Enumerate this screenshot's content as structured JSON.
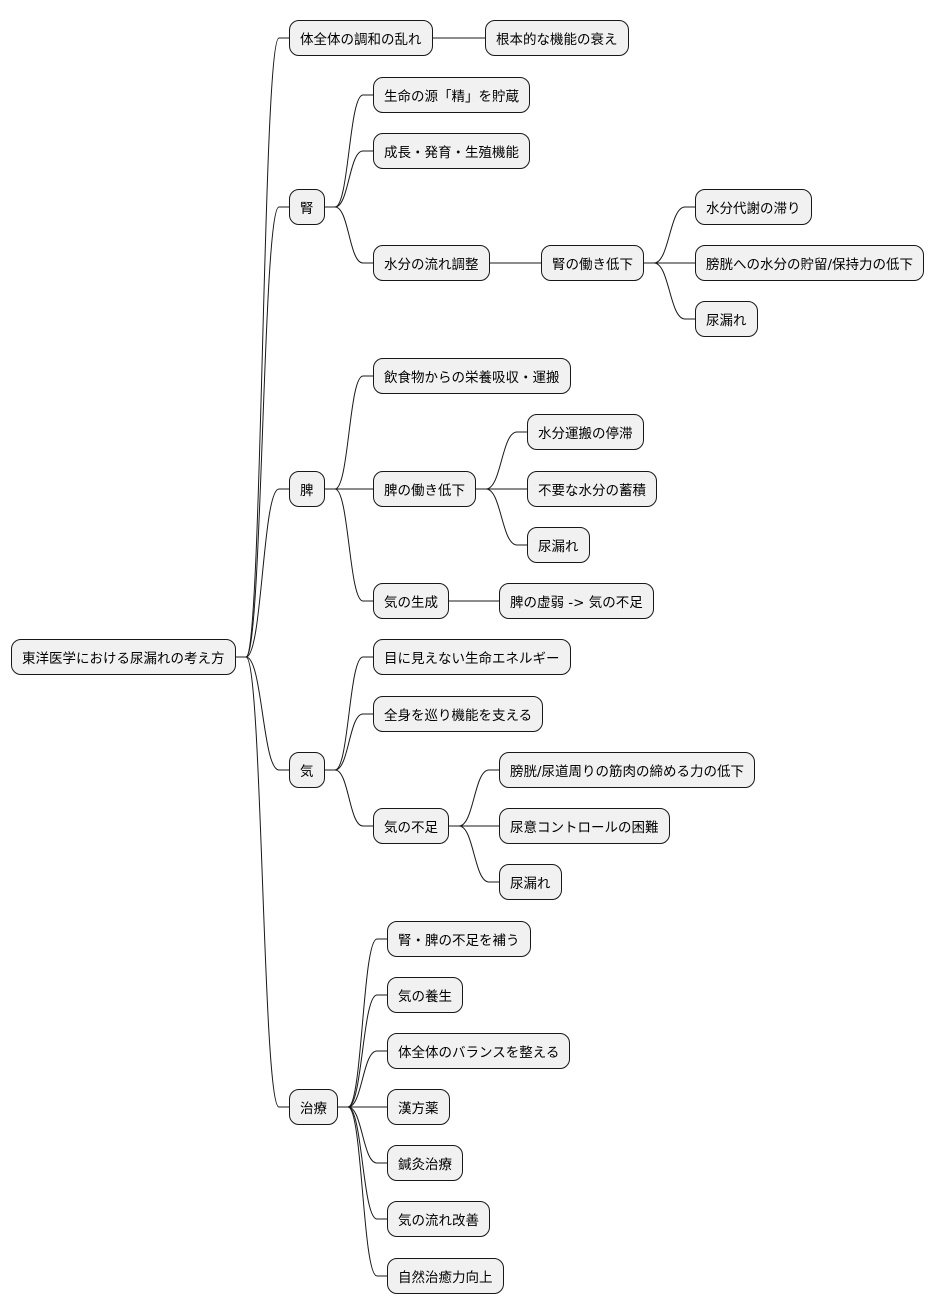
{
  "mindmap": {
    "root": {
      "id": "root",
      "label": "東洋医学における尿漏れの考え方",
      "children": [
        {
          "id": "imbalance",
          "label": "体全体の調和の乱れ",
          "children": [
            {
              "id": "decline",
              "label": "根本的な機能の衰え"
            }
          ]
        },
        {
          "id": "kidney",
          "label": "腎",
          "children": [
            {
              "id": "k1",
              "label": "生命の源「精」を貯蔵"
            },
            {
              "id": "k2",
              "label": "成長・発育・生殖機能"
            },
            {
              "id": "k3",
              "label": "水分の流れ調整",
              "children": [
                {
                  "id": "k3a",
                  "label": "腎の働き低下",
                  "children": [
                    {
                      "id": "k3a1",
                      "label": "水分代謝の滞り"
                    },
                    {
                      "id": "k3a2",
                      "label": "膀胱への水分の貯留/保持力の低下"
                    },
                    {
                      "id": "k3a3",
                      "label": "尿漏れ"
                    }
                  ]
                }
              ]
            }
          ]
        },
        {
          "id": "spleen",
          "label": "脾",
          "children": [
            {
              "id": "s1",
              "label": "飲食物からの栄養吸収・運搬"
            },
            {
              "id": "s2",
              "label": "脾の働き低下",
              "children": [
                {
                  "id": "s2a",
                  "label": "水分運搬の停滞"
                },
                {
                  "id": "s2b",
                  "label": "不要な水分の蓄積"
                },
                {
                  "id": "s2c",
                  "label": "尿漏れ"
                }
              ]
            },
            {
              "id": "s3",
              "label": "気の生成",
              "children": [
                {
                  "id": "s3a",
                  "label": "脾の虚弱 -> 気の不足"
                }
              ]
            }
          ]
        },
        {
          "id": "qi",
          "label": "気",
          "children": [
            {
              "id": "q1",
              "label": "目に見えない生命エネルギー"
            },
            {
              "id": "q2",
              "label": "全身を巡り機能を支える"
            },
            {
              "id": "q3",
              "label": "気の不足",
              "children": [
                {
                  "id": "q3a",
                  "label": "膀胱/尿道周りの筋肉の締める力の低下"
                },
                {
                  "id": "q3b",
                  "label": "尿意コントロールの困難"
                },
                {
                  "id": "q3c",
                  "label": "尿漏れ"
                }
              ]
            }
          ]
        },
        {
          "id": "treatment",
          "label": "治療",
          "children": [
            {
              "id": "t1",
              "label": "腎・脾の不足を補う"
            },
            {
              "id": "t2",
              "label": "気の養生"
            },
            {
              "id": "t3",
              "label": "体全体のバランスを整える"
            },
            {
              "id": "t4",
              "label": "漢方薬"
            },
            {
              "id": "t5",
              "label": "鍼灸治療"
            },
            {
              "id": "t6",
              "label": "気の流れ改善"
            },
            {
              "id": "t7",
              "label": "自然治癒力向上"
            }
          ]
        }
      ]
    }
  }
}
